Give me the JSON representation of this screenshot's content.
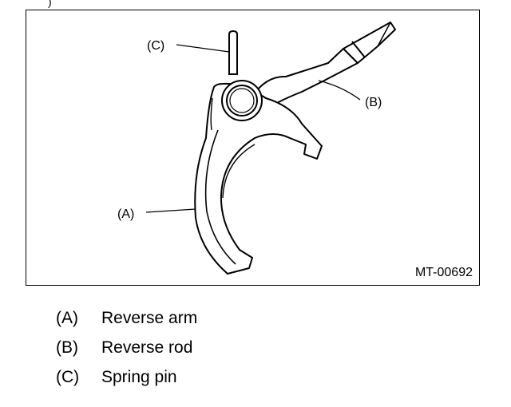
{
  "top_fragment": ")",
  "figure": {
    "code": "MT-00692",
    "callouts": {
      "a": "(A)",
      "b": "(B)",
      "c": "(C)"
    }
  },
  "legend": [
    {
      "key": "(A)",
      "text": "Reverse arm"
    },
    {
      "key": "(B)",
      "text": "Reverse rod"
    },
    {
      "key": "(C)",
      "text": "Spring pin"
    }
  ]
}
